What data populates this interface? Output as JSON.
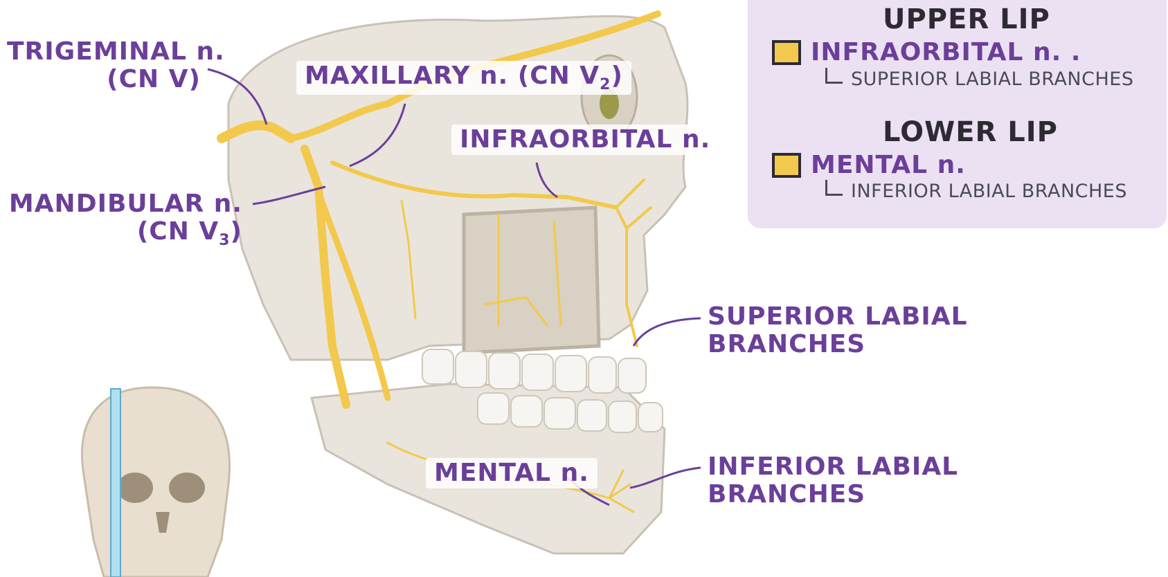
{
  "labels": {
    "trigeminal_line1": "TRIGEMINAL n.",
    "trigeminal_line2": "(CN V)",
    "maxillary_main": "MAXILLARY n. (CN V",
    "maxillary_sub": "2",
    "maxillary_close": ")",
    "infraorbital": "INFRAORBITAL n.",
    "mandibular_line1": "MANDIBULAR n.",
    "mandibular_line2_main": "(CN V",
    "mandibular_sub": "3",
    "mandibular_close": ")",
    "superior_labial_line1": "SUPERIOR LABIAL",
    "superior_labial_line2": "BRANCHES",
    "mental": "MENTAL n.",
    "inferior_labial_line1": "INFERIOR LABIAL",
    "inferior_labial_line2": "BRANCHES"
  },
  "legend": {
    "upper_heading": "UPPER LIP",
    "upper_nerve": "INFRAORBITAL n. .",
    "upper_branch": "SUPERIOR LABIAL BRANCHES",
    "lower_heading": "LOWER LIP",
    "lower_nerve": "MENTAL n.",
    "lower_branch": "INFERIOR LABIAL BRANCHES"
  },
  "colors": {
    "label_purple": "#6b3f99",
    "nerve_yellow": "#f2c94c",
    "bone": "#e9e4dc",
    "legend_bg": "#ece1f3"
  }
}
